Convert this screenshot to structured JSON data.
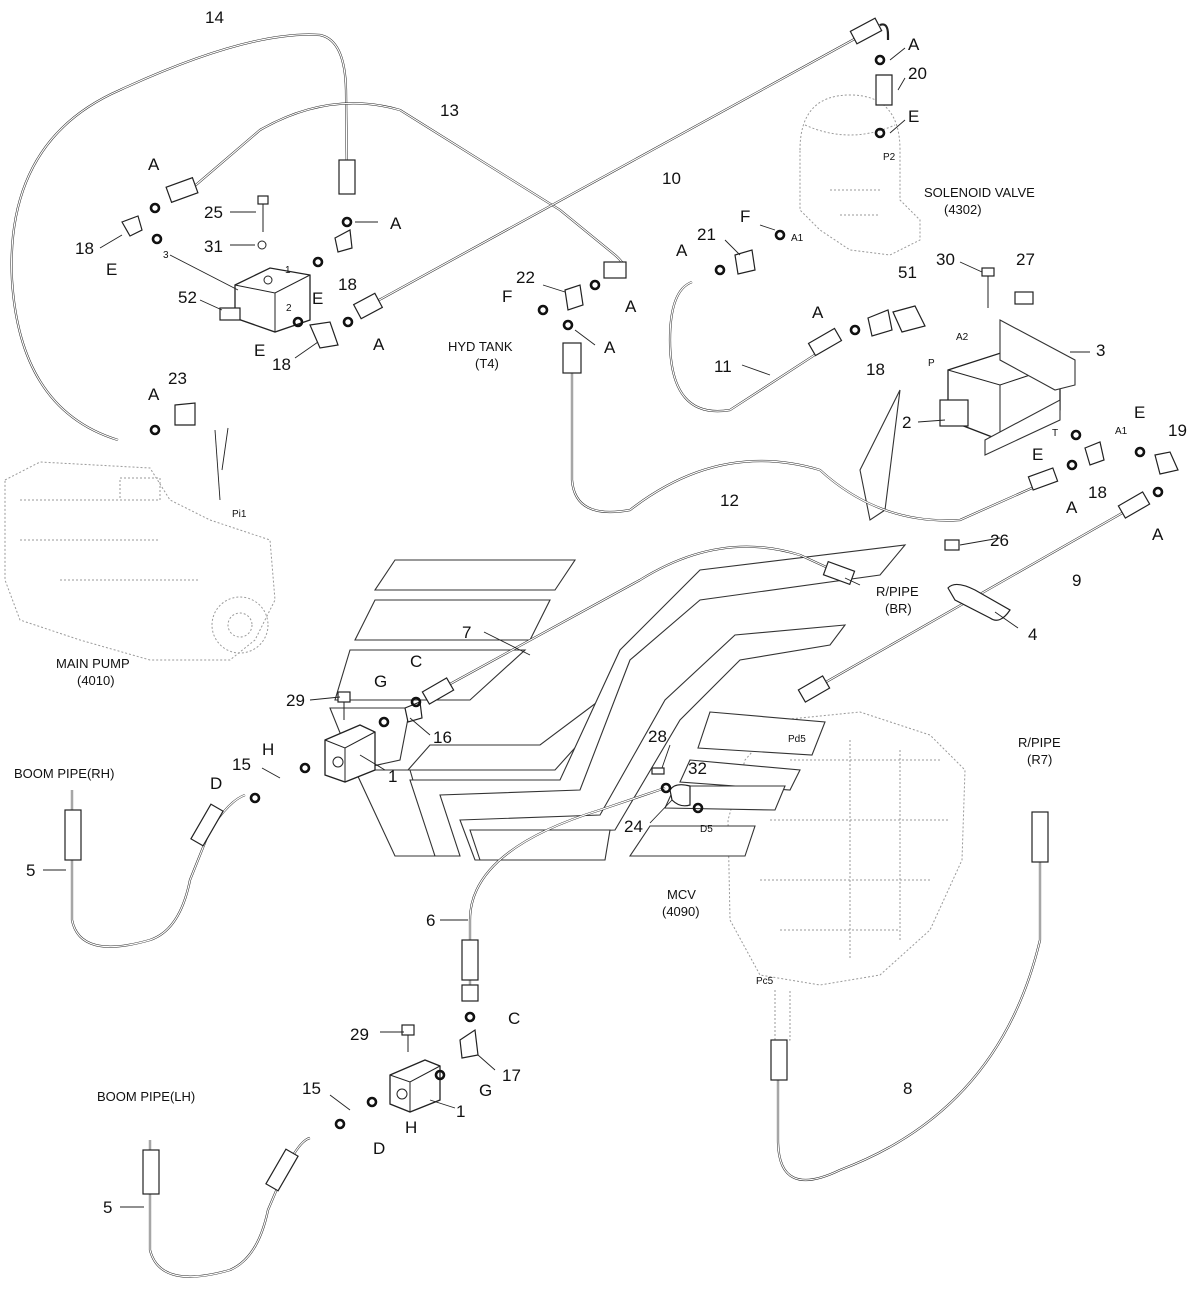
{
  "labels": {
    "n14": "14",
    "n13": "13",
    "n10": "10",
    "n20": "20",
    "n25": "25",
    "n31": "31",
    "n18": "18",
    "n52": "52",
    "n21": "21",
    "n22": "22",
    "n51": "51",
    "n30": "30",
    "n27": "27",
    "n3": "3",
    "n11": "11",
    "n2": "2",
    "n19": "19",
    "n12": "12",
    "n23": "23",
    "n26": "26",
    "n9": "9",
    "n4": "4",
    "n7": "7",
    "n29": "29",
    "n16": "16",
    "n15": "15",
    "n1": "1",
    "n28": "28",
    "n32": "32",
    "n24": "24",
    "n6": "6",
    "n8": "8",
    "n5": "5",
    "n17": "17",
    "A": "A",
    "E": "E",
    "F": "F",
    "C": "C",
    "G": "G",
    "H": "H",
    "D": "D",
    "port1": "1",
    "port2": "2",
    "port3": "3",
    "P": "P",
    "T": "T",
    "A1": "A1",
    "A2": "A2",
    "P2": "P2",
    "Pi1": "Pi1",
    "Pd5": "Pd5",
    "D5": "D5",
    "Pc5": "Pc5"
  },
  "components": {
    "solenoid_valve_name": "SOLENOID VALVE",
    "solenoid_valve_code": "(4302)",
    "hyd_tank_name": "HYD TANK",
    "hyd_tank_code": "(T4)",
    "main_pump_name": "MAIN PUMP",
    "main_pump_code": "(4010)",
    "rpipe_br_name": "R/PIPE",
    "rpipe_br_code": "(BR)",
    "rpipe_r7_name": "R/PIPE",
    "rpipe_r7_code": "(R7)",
    "mcv_name": "MCV",
    "mcv_code": "(4090)",
    "boom_pipe_rh": "BOOM PIPE(RH)",
    "boom_pipe_lh": "BOOM PIPE(LH)"
  },
  "icons": [
    "hose-icon",
    "o-ring-icon",
    "elbow-fitting-icon",
    "tee-fitting-icon",
    "valve-block-icon",
    "bolt-icon",
    "clamp-icon"
  ]
}
